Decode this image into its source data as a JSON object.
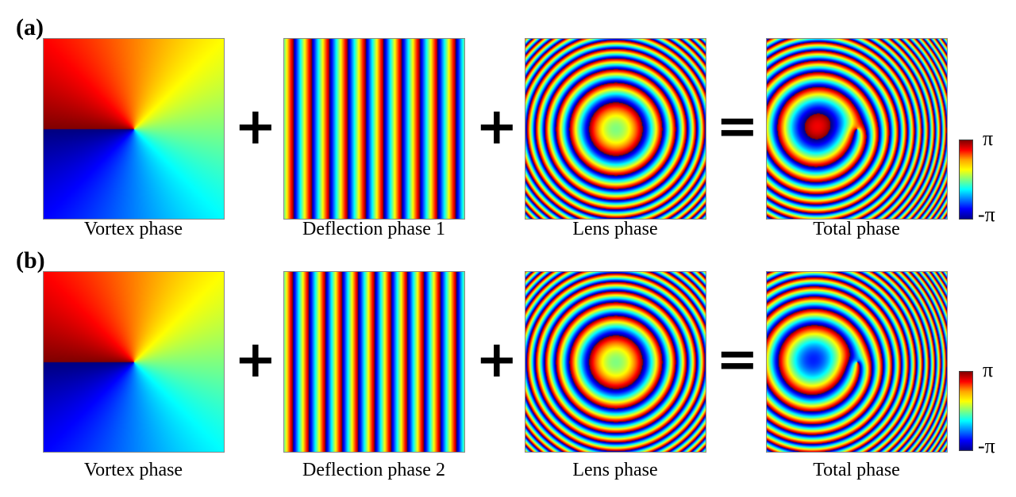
{
  "rows": [
    {
      "label": "(a)",
      "captions": [
        "Vortex phase",
        "Deflection phase 1",
        "Lens phase",
        "Total phase"
      ],
      "deflection_fringes": 10
    },
    {
      "label": "(b)",
      "captions": [
        "Vortex phase",
        "Deflection phase 2",
        "Lens phase",
        "Total phase"
      ],
      "deflection_fringes": 11
    }
  ],
  "operators": {
    "plus": "+",
    "equals": "="
  },
  "colorbar": {
    "max_label": "π",
    "min_label": "-π"
  },
  "colormap": "jet"
}
